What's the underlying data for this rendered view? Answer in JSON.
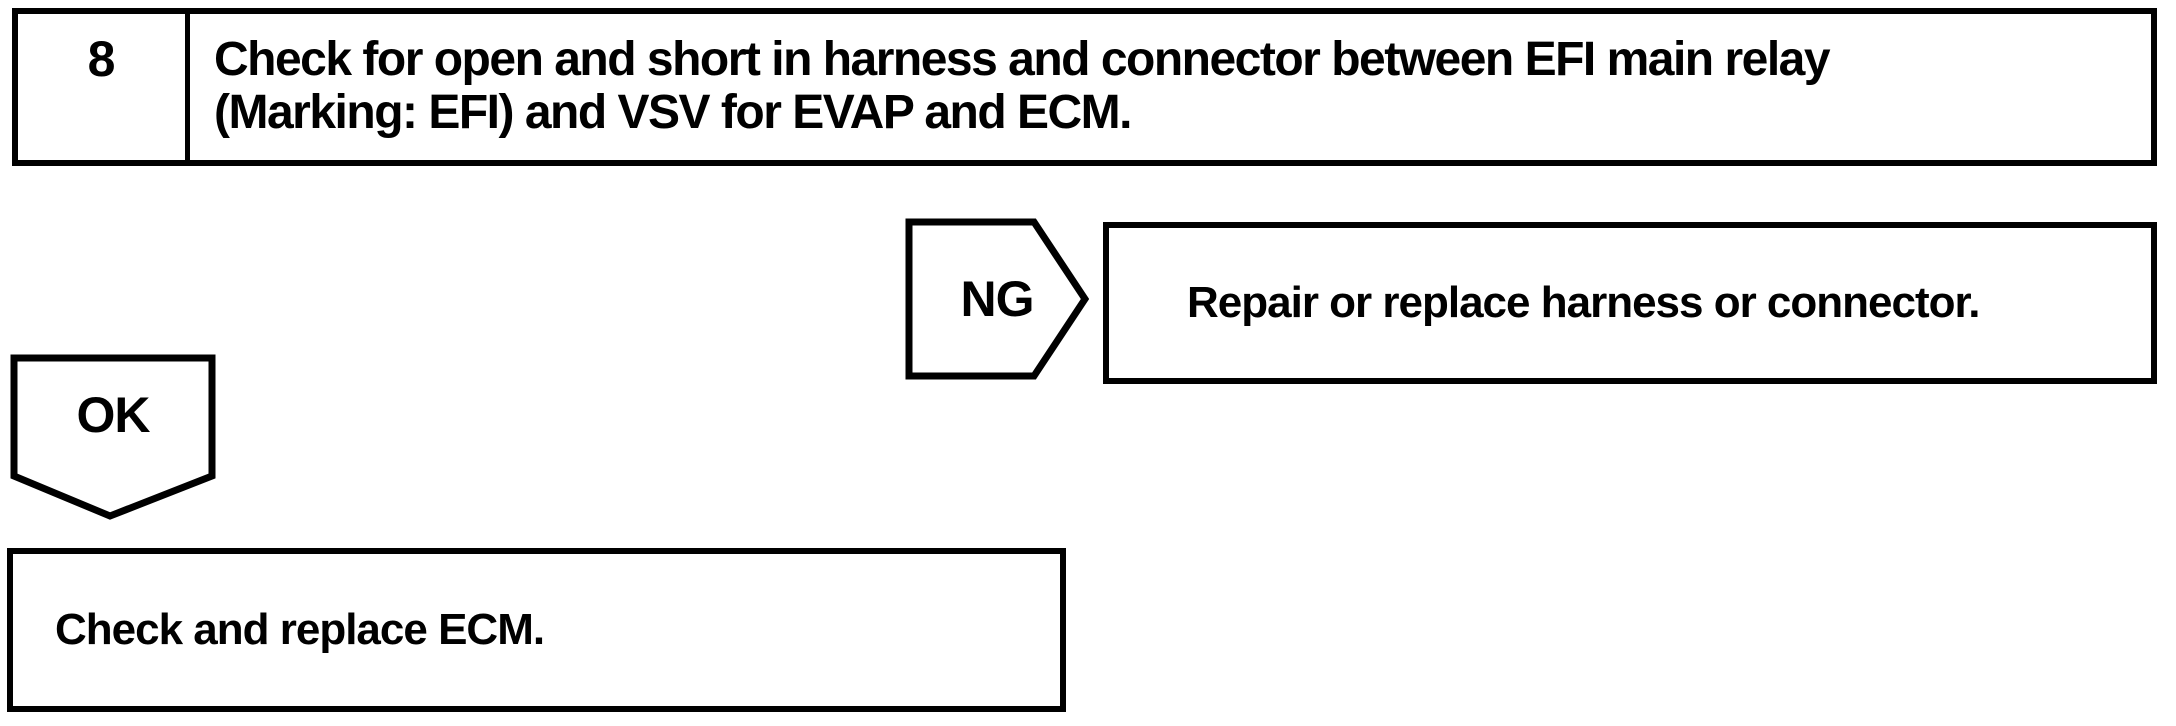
{
  "colors": {
    "ink": "#000000",
    "paper": "#ffffff"
  },
  "flowchart": {
    "step": {
      "number": "8",
      "instruction_lines": [
        "Check for open and short in harness and connector between EFI main relay",
        "(Marking: EFI) and VSV for EVAP and ECM."
      ]
    },
    "ng_branch": {
      "label": "NG",
      "action": "Repair or replace harness or connector."
    },
    "ok_branch": {
      "label": "OK",
      "action": "Check and replace ECM."
    }
  }
}
